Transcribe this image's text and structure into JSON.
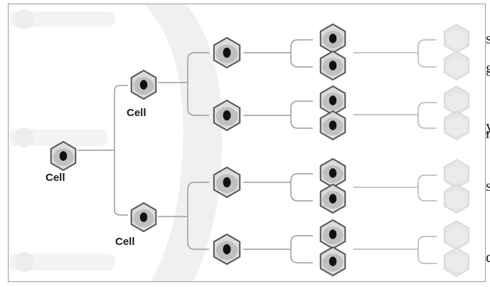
{
  "diagram": {
    "cell_label": "Cell",
    "root": {
      "label": "Cell"
    },
    "gen1": [
      {
        "label": "Cell"
      },
      {
        "label": "Cell"
      }
    ],
    "colors": {
      "cell_fill_dark": "#a8a8a8",
      "cell_fill_light": "#dcdcdc",
      "cell_faded": "#e6e6e6",
      "nucleus": "#111111",
      "connector": "#9c9c9c",
      "background_strip": "#ececec"
    }
  },
  "edge_text": [
    "s",
    "g",
    "y",
    "n",
    "s",
    "d"
  ]
}
